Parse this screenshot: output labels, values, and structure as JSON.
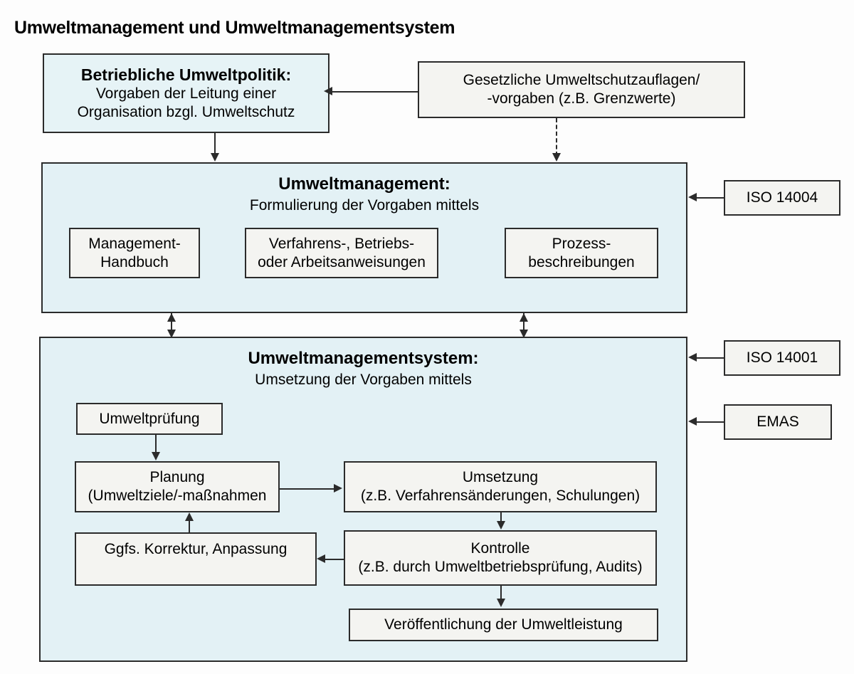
{
  "title": "Umweltmanagement und Umweltmanagementsystem",
  "colors": {
    "section_fill": "#e3f1f5",
    "box_fill": "#e6f3f6",
    "plain_fill": "#f4f4f1",
    "stroke": "#2b2b2b"
  },
  "policy_box": {
    "heading": "Betriebliche Umweltpolitik:",
    "line1": "Vorgaben der Leitung einer",
    "line2": "Organisation bzgl. Umweltschutz"
  },
  "legal_box": {
    "line1": "Gesetzliche Umweltschutzauflagen/",
    "line2": "-vorgaben (z.B. Grenzwerte)"
  },
  "management_section": {
    "heading": "Umweltmanagement:",
    "subheading": "Formulierung der Vorgaben mittels",
    "items": [
      {
        "line1": "Management-",
        "line2": "Handbuch"
      },
      {
        "line1": "Verfahrens-, Betriebs-",
        "line2": "oder Arbeitsanweisungen"
      },
      {
        "line1": "Prozess-",
        "line2": "beschreibungen"
      }
    ]
  },
  "system_section": {
    "heading": "Umweltmanagementsystem:",
    "subheading": "Umsetzung der Vorgaben mittels",
    "pruefung": {
      "line1": "Umweltprüfung"
    },
    "planung": {
      "line1": "Planung",
      "line2": "(Umweltziele/-maßnahmen"
    },
    "umsetzung": {
      "line1": "Umsetzung",
      "line2": "(z.B. Verfahrensänderungen, Schulungen)"
    },
    "korrektur": {
      "line1": "Ggfs. Korrektur, Anpassung"
    },
    "kontrolle": {
      "line1": "Kontrolle",
      "line2": "(z.B. durch Umweltbetriebsprüfung, Audits)"
    },
    "veroeffentlichung": {
      "line1": "Veröffentlichung der Umweltleistung"
    }
  },
  "standards": [
    {
      "label": "ISO 14004"
    },
    {
      "label": "ISO 14001"
    },
    {
      "label": "EMAS"
    }
  ]
}
